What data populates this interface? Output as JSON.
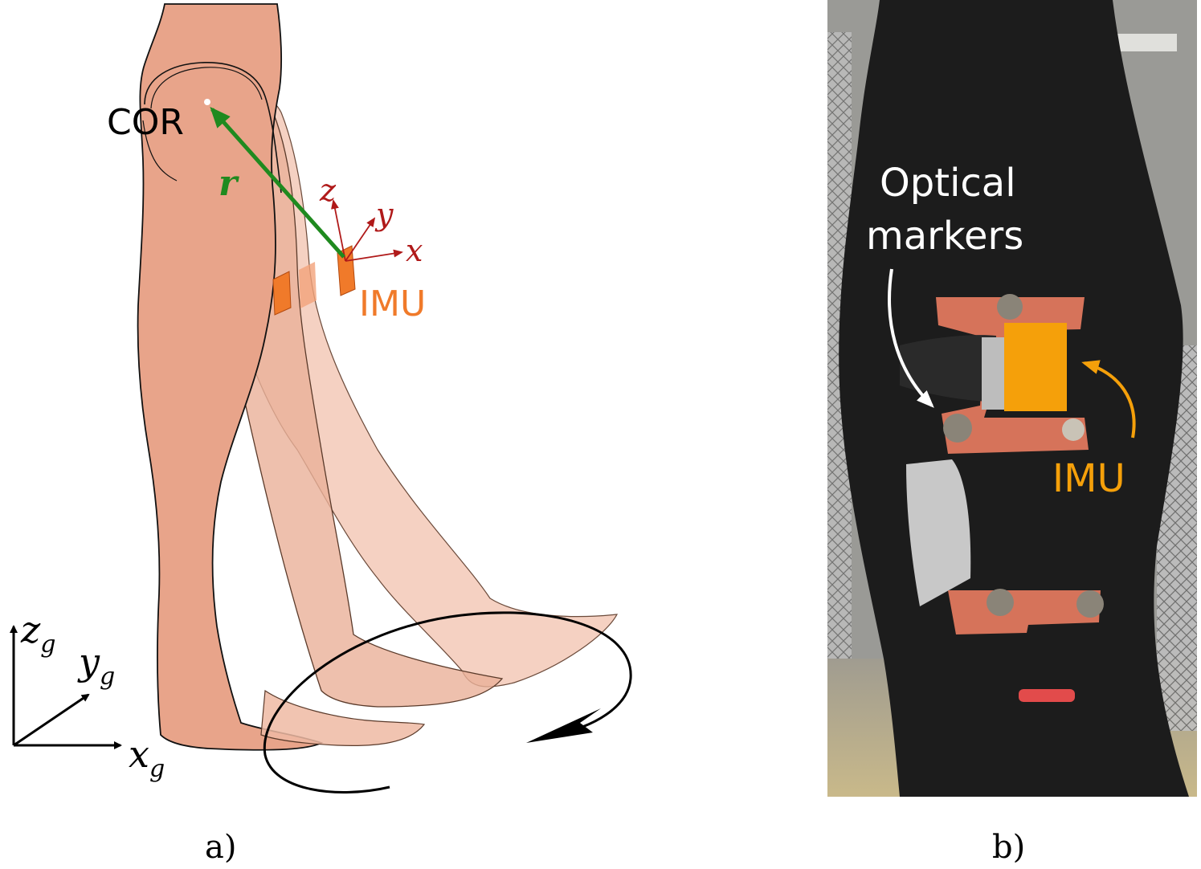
{
  "panel_a": {
    "caption": "a)",
    "cor_label": "COR",
    "vector_label": "r",
    "imu_label": "IMU",
    "local_axes": {
      "x": "x",
      "y": "y",
      "z": "z"
    },
    "global_axes": {
      "x": "x",
      "y": "y",
      "z": "z",
      "subscript": "g"
    }
  },
  "panel_b": {
    "caption": "b)",
    "markers_label_line1": "Optical",
    "markers_label_line2": "markers",
    "imu_label": "IMU"
  },
  "colors": {
    "skin": "#e8a48a",
    "skin_light": "#efbaa3",
    "green_vector": "#1f8a1f",
    "axis_red": "#b01a1a",
    "imu_orange": "#f07a2a",
    "imu_b_orange": "#f5a00a",
    "photo_dark": "#1c1c1c",
    "marker_plate": "#d6735a"
  }
}
